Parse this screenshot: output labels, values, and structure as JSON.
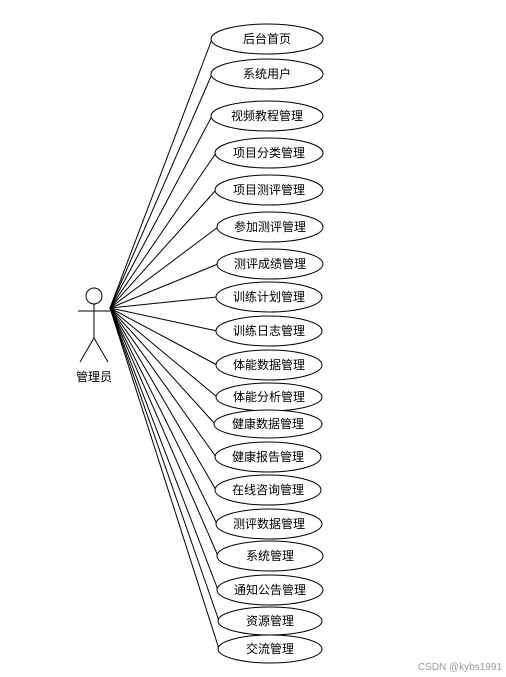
{
  "actor": {
    "label": "管理员"
  },
  "use_cases": [
    {
      "label": "后台首页"
    },
    {
      "label": "系统用户"
    },
    {
      "label": "视频教程管理"
    },
    {
      "label": "项目分类管理"
    },
    {
      "label": "项目测评管理"
    },
    {
      "label": "参加测评管理"
    },
    {
      "label": "测评成绩管理"
    },
    {
      "label": "训练计划管理"
    },
    {
      "label": "训练日志管理"
    },
    {
      "label": "体能数据管理"
    },
    {
      "label": "体能分析管理"
    },
    {
      "label": "健康数据管理"
    },
    {
      "label": "健康报告管理"
    },
    {
      "label": "在线咨询管理"
    },
    {
      "label": "测评数据管理"
    },
    {
      "label": "系统管理"
    },
    {
      "label": "通知公告管理"
    },
    {
      "label": "资源管理"
    },
    {
      "label": "交流管理"
    }
  ],
  "watermark": "CSDN @kybs1991",
  "colors": {
    "stroke": "#000000",
    "background": "#ffffff",
    "watermark": "#9a9a9a"
  }
}
